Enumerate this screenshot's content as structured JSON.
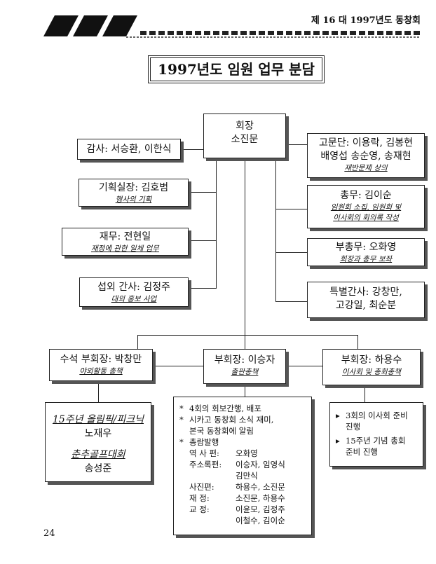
{
  "header": {
    "running_title": "제 16 대 1997년도 동창회"
  },
  "page_title": "1997년도 임원 업무 분담",
  "page_number": "24",
  "org": {
    "president": {
      "title": "회장",
      "name": "소진문"
    },
    "auditors": {
      "text": "감사: 서승환, 이한식"
    },
    "planning": {
      "text": "기획실장: 김호범",
      "duty": "행사의 기획"
    },
    "finance": {
      "text": "재무: 전현일",
      "duty": "재정에 관한 일체 업무"
    },
    "pr_auditor": {
      "text": "섭외 간사: 김정주",
      "duty": "대외 홍보 사업"
    },
    "advisors": {
      "line1": "고문단: 이용락, 김봉현",
      "line2": "배영섭 송순영, 송재현",
      "duty": "재반문제 상의"
    },
    "general_affairs": {
      "text": "총무: 김이순",
      "duty1": "임원회 소집, 임원회 및",
      "duty2": "이사회의 회의록 작성"
    },
    "vice_general": {
      "text": "부총무: 오화영",
      "duty": "회장과 총무 보좌"
    },
    "special_auditors": {
      "line1": "특별간사: 강창만,",
      "line2": "고강일, 최순분"
    },
    "senior_vp": {
      "text": "수석 부회장: 박창만",
      "duty": "야외활동 총책"
    },
    "vp_publishing": {
      "text": "부회장: 이승자",
      "duty": "출판총책"
    },
    "vp_board": {
      "text": "부회장: 하용수",
      "duty": "이사회 및 총회총책"
    },
    "outdoor": {
      "event1": "15주년 올림픽/피크닉",
      "person1": "노재우",
      "event2": "춘추골프대회",
      "person2": "송성준"
    },
    "publishing_list": {
      "bullet": "*",
      "item1": "4회의 회보간행, 배포",
      "item2a": "시카고 동창회 소식 재미,",
      "item2b": "본국 동창회에 알림",
      "item3": "총람발행",
      "rows": [
        {
          "k": "역 사 편:",
          "v": "오화영"
        },
        {
          "k": "주소록편:",
          "v": "이승자, 임영식"
        },
        {
          "k": "",
          "v": "김만식"
        },
        {
          "k": "사진편:",
          "v": "하용수, 소진문"
        },
        {
          "k": "재    정:",
          "v": "소진문, 하용수"
        },
        {
          "k": "교    정:",
          "v": "이윤모, 김정주"
        },
        {
          "k": "",
          "v": "이철수, 김이순"
        }
      ]
    },
    "board_list": {
      "marker": "▸",
      "item1a": "3회의 이사회 준비",
      "item1b": "진행",
      "item2a": "15주년 기념 총회",
      "item2b": "준비 진행"
    }
  }
}
